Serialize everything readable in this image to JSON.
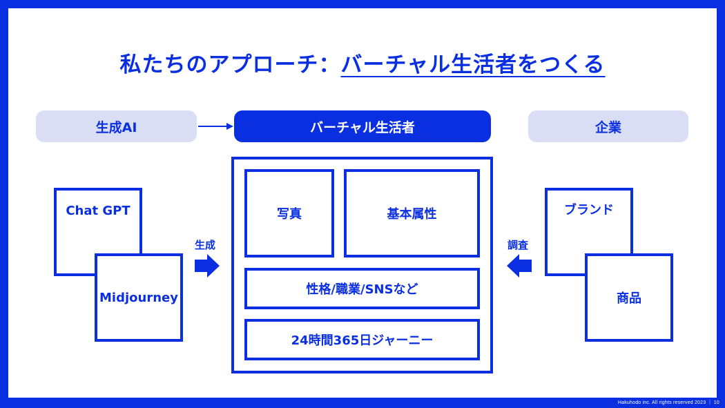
{
  "title": {
    "prefix": "私たちのアプローチ：",
    "emphasis": "バーチャル生活者をつくる"
  },
  "top_row": {
    "left": "生成AI",
    "center": "バーチャル生活者",
    "right": "企業"
  },
  "left_tools": {
    "tool1": "Chat GPT",
    "tool2": "Midjourney",
    "arrow_label": "生成"
  },
  "center_components": {
    "photo": "写真",
    "basic_attributes": "基本属性",
    "personality": "性格/職業/SNSなど",
    "journey": "24時間365日ジャーニー"
  },
  "right_sources": {
    "source1": "ブランド",
    "source2": "商品",
    "arrow_label": "調査"
  },
  "footer": "Hakuhodo inc. All rights reserved 2023 ｜ 10",
  "colors": {
    "primary": "#0a2fe0",
    "light_fill": "#d9def5",
    "background": "#ffffff"
  }
}
